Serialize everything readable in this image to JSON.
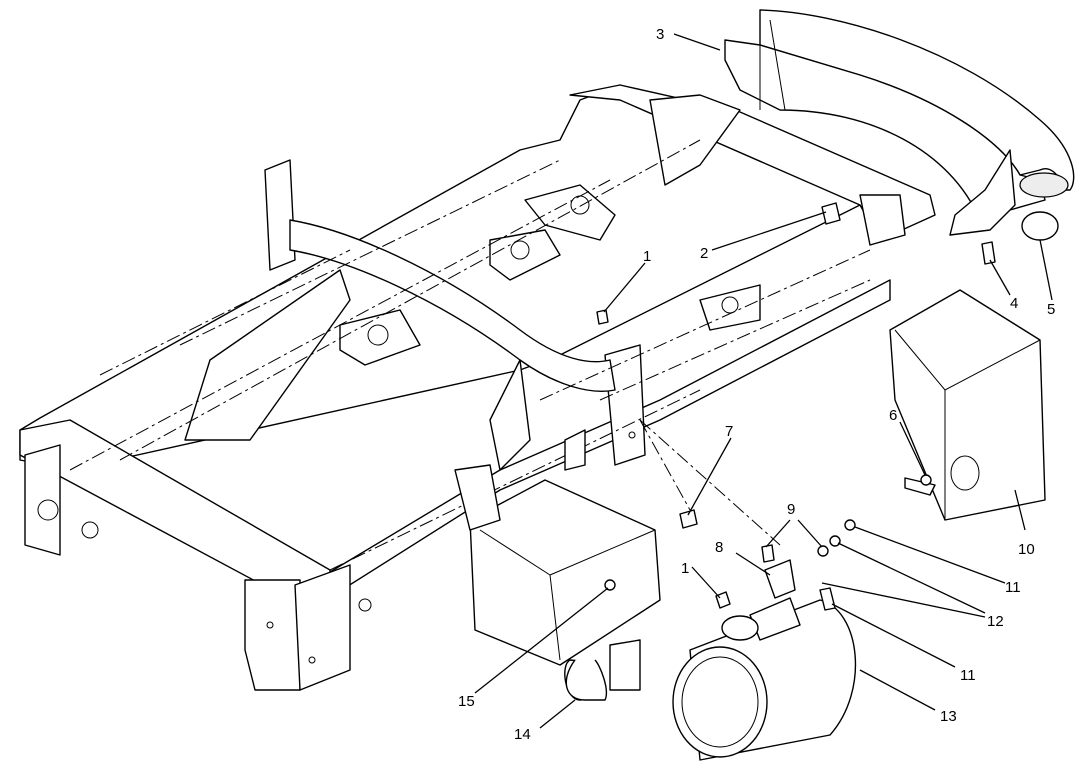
{
  "callouts": [
    {
      "id": "c1a",
      "text": "1"
    },
    {
      "id": "c1b",
      "text": "1"
    },
    {
      "id": "c2",
      "text": "2"
    },
    {
      "id": "c3",
      "text": "3"
    },
    {
      "id": "c4",
      "text": "4"
    },
    {
      "id": "c5",
      "text": "5"
    },
    {
      "id": "c6",
      "text": "6"
    },
    {
      "id": "c7",
      "text": "7"
    },
    {
      "id": "c8",
      "text": "8"
    },
    {
      "id": "c9",
      "text": "9"
    },
    {
      "id": "c10",
      "text": "10"
    },
    {
      "id": "c11a",
      "text": "11"
    },
    {
      "id": "c11b",
      "text": "11"
    },
    {
      "id": "c12",
      "text": "12"
    },
    {
      "id": "c13",
      "text": "13"
    },
    {
      "id": "c14",
      "text": "14"
    },
    {
      "id": "c15",
      "text": "15"
    }
  ]
}
